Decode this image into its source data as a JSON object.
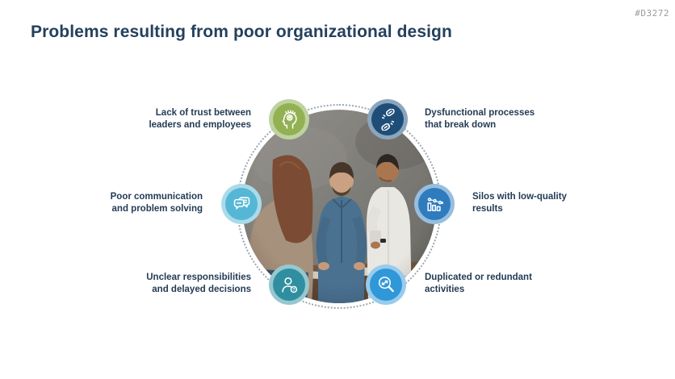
{
  "slide": {
    "code": "#D3272",
    "title": "Problems resulting from poor organizational design",
    "colors": {
      "title_text": "#24405E",
      "label_text": "#243B55",
      "code_text": "#9B9B9B",
      "dotted_ring": "#9AA7B1"
    },
    "center_image": "team-discussion-photo",
    "items": [
      {
        "id": "trust",
        "lines": [
          "Lack of trust between",
          "leaders and employees"
        ],
        "icon": "mind-gear-icon",
        "color": "#93B152",
        "ring": "#BED3A0"
      },
      {
        "id": "processes",
        "lines": [
          "Dysfunctional processes",
          "that break down"
        ],
        "icon": "broken-chain-icon",
        "color": "#1E4E78",
        "ring": "#8BA6BC"
      },
      {
        "id": "communication",
        "lines": [
          "Poor communication",
          "and problem solving"
        ],
        "icon": "speech-bubbles-icon",
        "color": "#55B7D5",
        "ring": "#AADBE9"
      },
      {
        "id": "silos",
        "lines": [
          "Silos with low-quality",
          "results"
        ],
        "icon": "declining-chart-icon",
        "color": "#2E7CBE",
        "ring": "#97BEDF"
      },
      {
        "id": "responsibilities",
        "lines": [
          "Unclear responsibilities",
          "and delayed decisions"
        ],
        "icon": "person-question-icon",
        "color": "#2F8FA0",
        "ring": "#97C7CF"
      },
      {
        "id": "duplication",
        "lines": [
          "Duplicated or redundant",
          "activities"
        ],
        "icon": "magnifier-arrows-icon",
        "color": "#3097D9",
        "ring": "#98CBEC"
      }
    ]
  }
}
